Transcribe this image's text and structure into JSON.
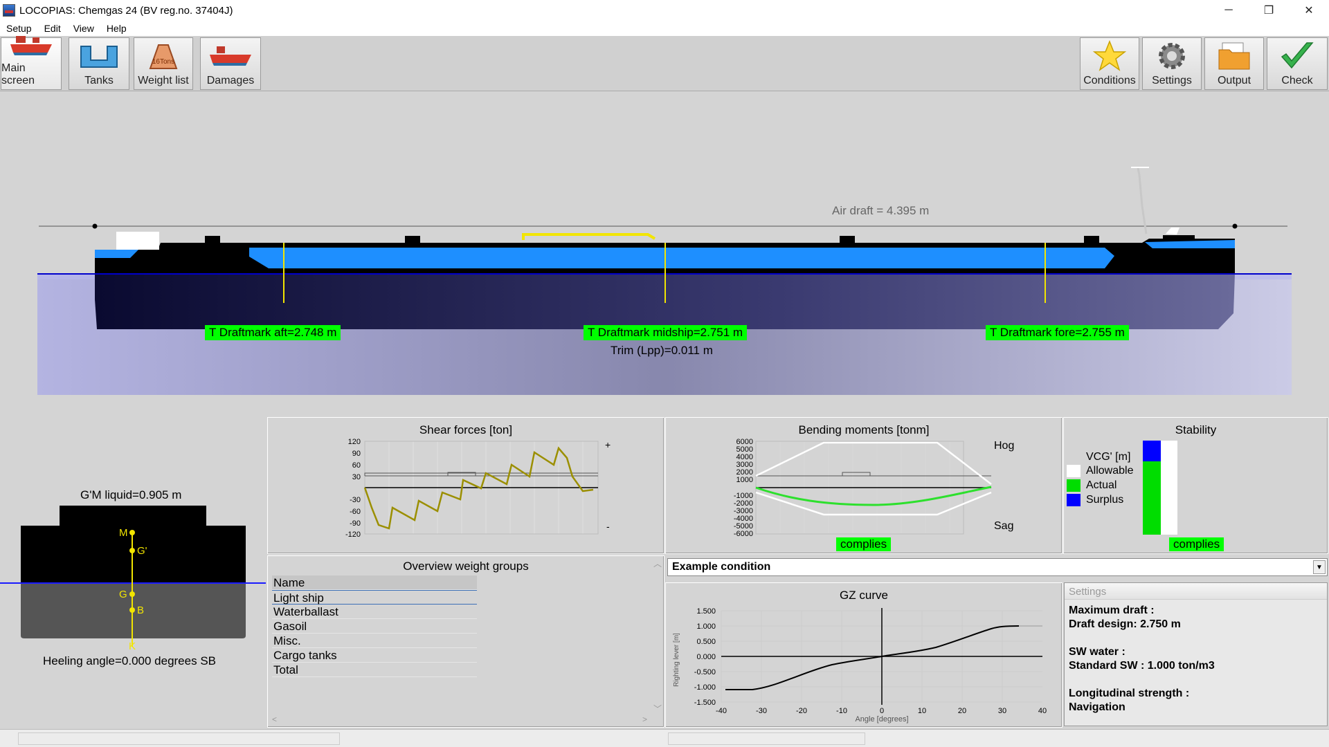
{
  "window": {
    "title": "LOCOPIAS: Chemgas 24  (BV reg.no. 37404J)",
    "controls": [
      "─",
      "❐",
      "✕"
    ]
  },
  "menu": [
    "Setup",
    "Edit",
    "View",
    "Help"
  ],
  "toolbar": {
    "left": [
      "Main screen",
      "Tanks",
      "Weight list",
      "Damages"
    ],
    "right": [
      "Conditions",
      "Settings",
      "Output",
      "Check"
    ],
    "weight_icon_text": "16Tons"
  },
  "ship_view": {
    "air_draft": "Air draft = 4.395 m",
    "draft_aft": "T Draftmark aft=2.748 m",
    "draft_mid": "T Draftmark midship=2.751 m",
    "draft_fore": "T Draftmark fore=2.755 m",
    "trim": "Trim (Lpp)=0.011 m",
    "colors": {
      "hull": "#000000",
      "tanks": "#1e8fff",
      "water_line": "#0000cc",
      "draft_tag": "#00ff00"
    }
  },
  "cross_section": {
    "gm_label": "G'M liquid=0.905 m",
    "heel_label": "Heeling angle=0.000 degrees SB",
    "points": [
      "M",
      "G'",
      "G",
      "B",
      "K"
    ]
  },
  "shear": {
    "title": "Shear forces [ton]",
    "yticks": [
      "120",
      "90",
      "60",
      "30",
      "-30",
      "-60",
      "-90",
      "-120"
    ],
    "plus": "+",
    "minus": "-"
  },
  "bending": {
    "title": "Bending moments [tonm]",
    "yticks": [
      "6000",
      "5000",
      "4000",
      "3000",
      "2000",
      "1000",
      "-1000",
      "-2000",
      "-3000",
      "-4000",
      "-5000",
      "-6000"
    ],
    "hog": "Hog",
    "sag": "Sag",
    "status": "complies"
  },
  "stability": {
    "title": "Stability",
    "legend_title": "VCG' [m]",
    "legend": [
      "Allowable",
      "Actual",
      "Surplus"
    ],
    "status": "complies"
  },
  "weight_groups": {
    "title": "Overview weight groups",
    "header": "Name",
    "rows": [
      "Light ship",
      "Waterballast",
      "Gasoil",
      "Misc.",
      "Cargo tanks",
      "Total"
    ]
  },
  "condition": {
    "selected": "Example condition",
    "arrow": "▼"
  },
  "gz": {
    "title": "GZ curve",
    "ylabel": "Righting lever [m]",
    "xlabel": "Angle [degrees]",
    "yticks": [
      "1.500",
      "1.000",
      "0.500",
      "0.000",
      "-0.500",
      "-1.000",
      "-1.500"
    ],
    "xticks": [
      "-40",
      "-30",
      "-20",
      "-10",
      "0",
      "10",
      "20",
      "30",
      "40"
    ]
  },
  "settings": {
    "header": "Settings",
    "lines": [
      "Maximum draft :",
      "Draft design: 2.750 m",
      "",
      "SW water :",
      "Standard SW : 1.000 ton/m3",
      "",
      "Longitudinal strength :",
      "Navigation"
    ]
  }
}
